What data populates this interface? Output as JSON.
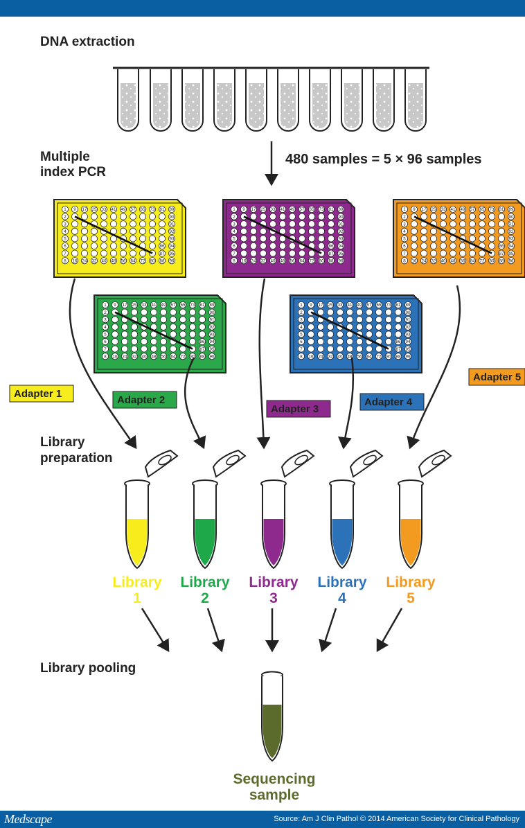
{
  "steps": {
    "dna_extraction": "DNA extraction",
    "index_pcr_line1": "Multiple",
    "index_pcr_line2": "index PCR",
    "library_prep_line1": "Library",
    "library_prep_line2": "preparation",
    "library_pooling": "Library pooling"
  },
  "formula": "480 samples = 5 × 96 samples",
  "plate_labels": {
    "left_column": [
      "1",
      "2",
      "3",
      "4",
      "5",
      "6",
      "7",
      "8"
    ],
    "top_row": [
      "1",
      "9",
      "17",
      "25",
      "33",
      "41",
      "49",
      "57",
      "65",
      "73",
      "81",
      "89"
    ],
    "right_column": [
      "89",
      "90",
      "91",
      "92",
      "93",
      "94",
      "95",
      "96"
    ],
    "bottom_row": [
      "8",
      "16",
      "24",
      "32",
      "40",
      "48",
      "56",
      "64",
      "72",
      "80",
      "88",
      "96"
    ],
    "inner_marks": [
      "86",
      "87"
    ]
  },
  "adapters": [
    {
      "label": "Adapter 1",
      "color": "#f7ec1c"
    },
    {
      "label": "Adapter 2",
      "color": "#2aa84a"
    },
    {
      "label": "Adapter 3",
      "color": "#8e2a8e"
    },
    {
      "label": "Adapter 4",
      "color": "#2b72b9"
    },
    {
      "label": "Adapter 5",
      "color": "#f39a20"
    }
  ],
  "libraries": [
    {
      "word": "Library",
      "number": "1",
      "color": "#f7ec1c"
    },
    {
      "word": "Library",
      "number": "2",
      "color": "#1fa84a"
    },
    {
      "word": "Library",
      "number": "3",
      "color": "#8e2a8e"
    },
    {
      "word": "Library",
      "number": "4",
      "color": "#2b72b9"
    },
    {
      "word": "Library",
      "number": "5",
      "color": "#f39a20"
    }
  ],
  "sequencing": {
    "line1": "Sequencing",
    "line2": "sample",
    "color": "#5a6b2b"
  },
  "footer": {
    "brand": "Medscape",
    "source": "Source: Am J Clin Pathol © 2014 American Society for Clinical Pathology"
  }
}
